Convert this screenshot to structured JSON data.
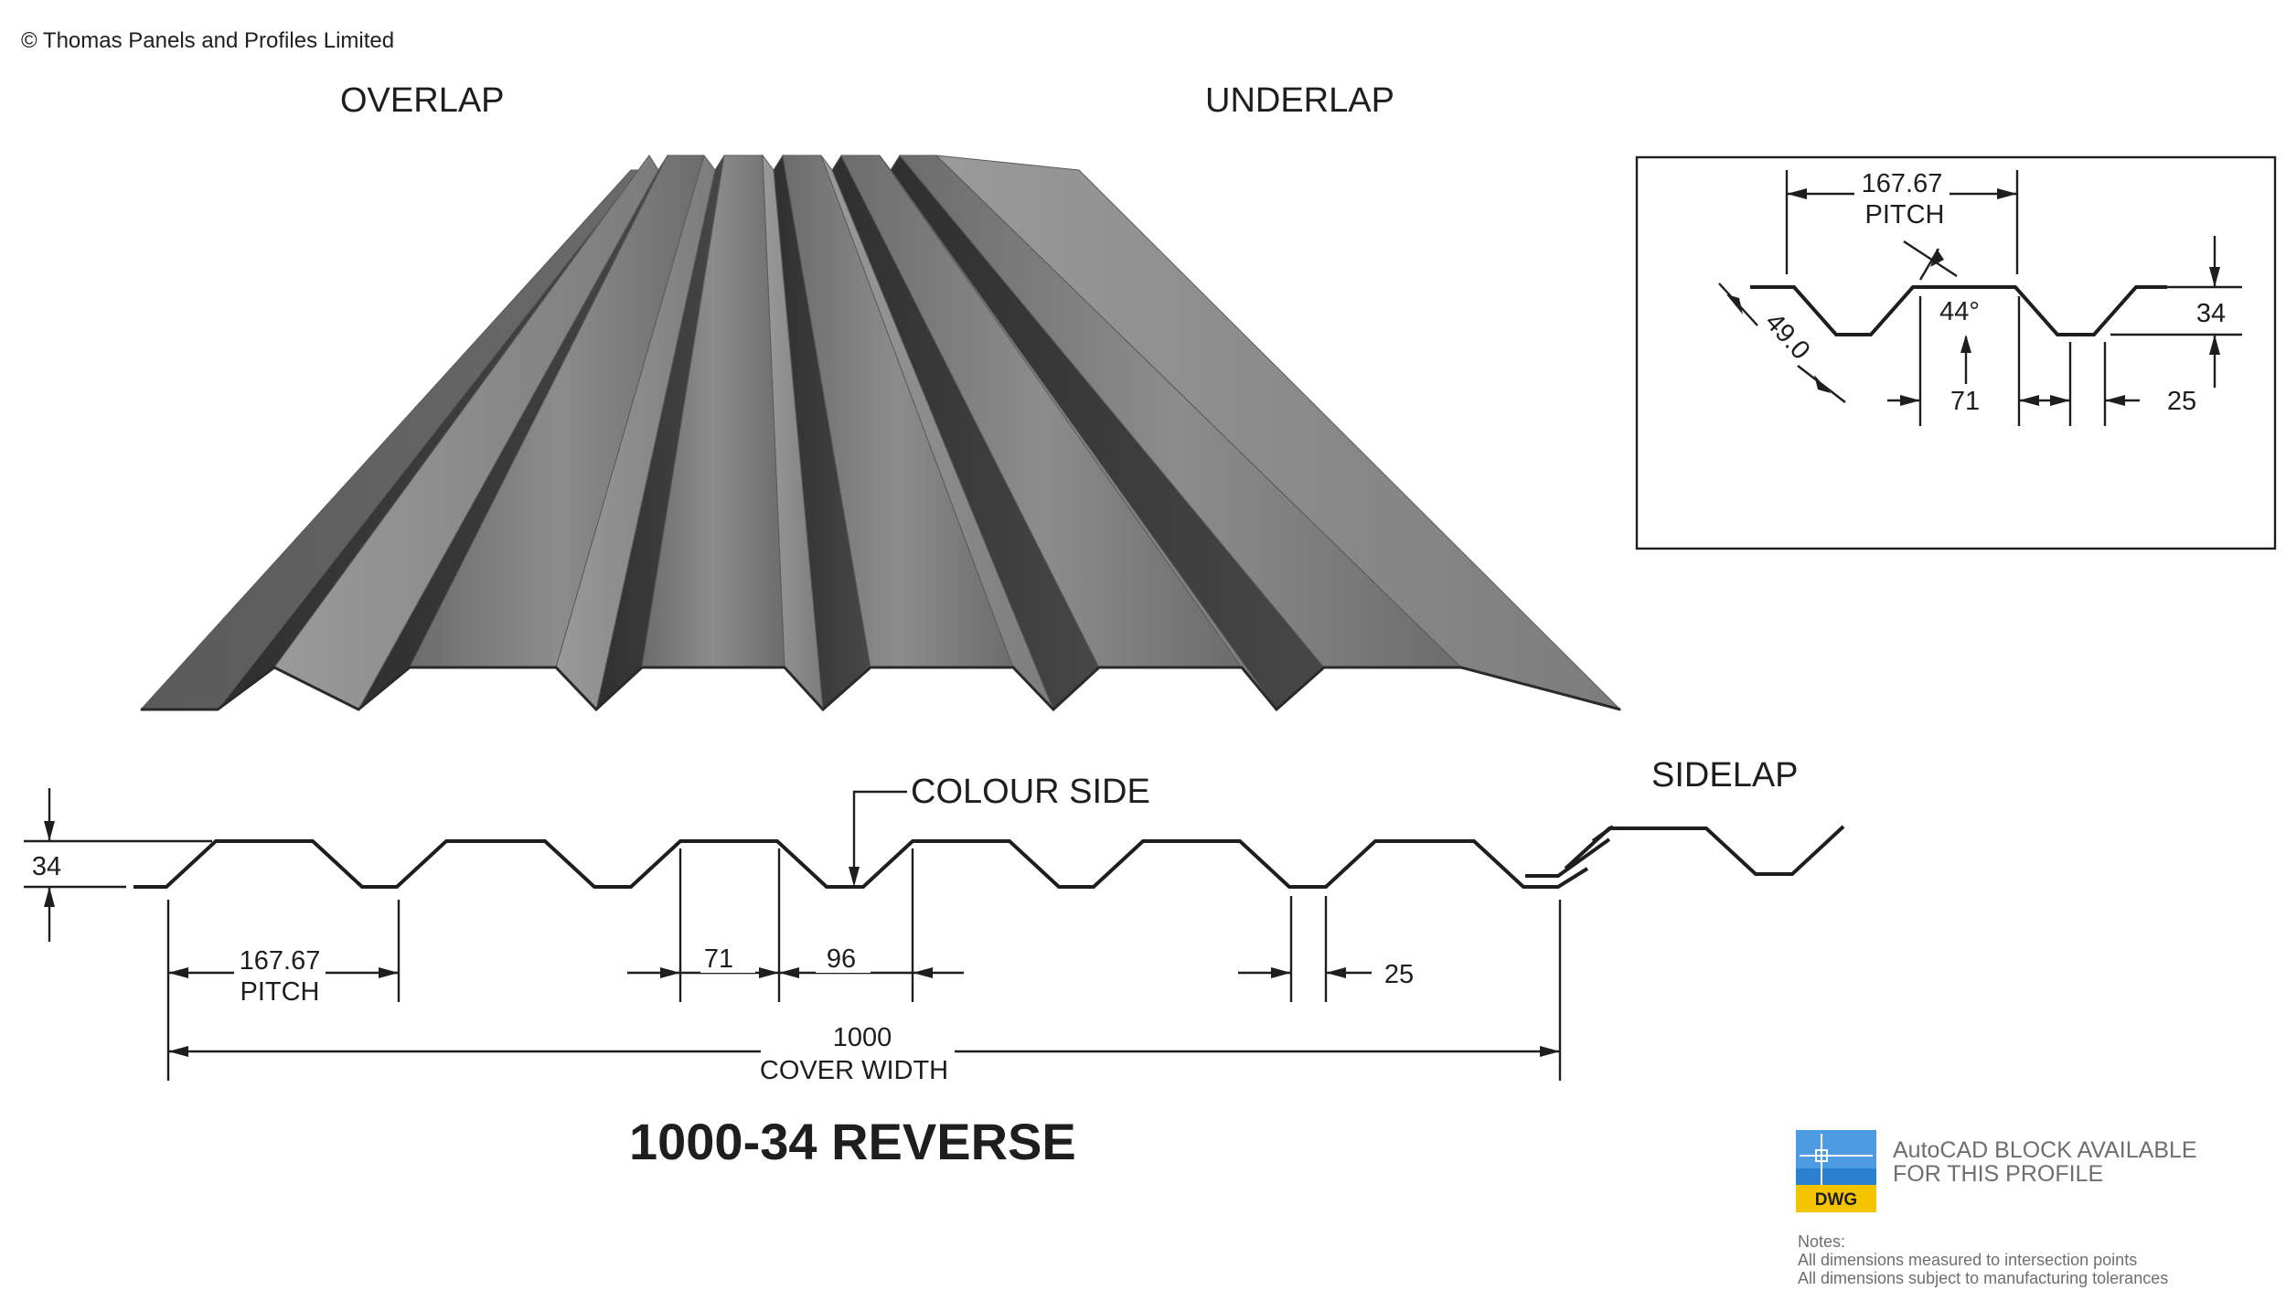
{
  "copyright": "© Thomas Panels and Profiles Limited",
  "labels": {
    "overlap": "OVERLAP",
    "underlap": "UNDERLAP",
    "sidelap": "SIDELAP",
    "colour_side": "COLOUR SIDE"
  },
  "profile": {
    "height": "34",
    "pitch_value": "167.67",
    "pitch_label": "PITCH",
    "crown_width": "71",
    "trough_span": "96",
    "valley_width": "25",
    "cover_value": "1000",
    "cover_label": "COVER WIDTH"
  },
  "detail": {
    "pitch_value": "167.67",
    "pitch_label": "PITCH",
    "angle": "44°",
    "web_length": "49.0",
    "height": "34",
    "crown_width": "71",
    "valley_width": "25"
  },
  "title": "1000-34 REVERSE",
  "dwg": {
    "badge": "DWG",
    "line1": "AutoCAD BLOCK AVAILABLE",
    "line2": "FOR THIS PROFILE"
  },
  "notes": {
    "heading": "Notes:",
    "line1": "All dimensions measured to intersection points",
    "line2": "All dimensions subject to manufacturing tolerances"
  },
  "colors": {
    "line": "#1e1e1e",
    "sheet_light": "#8a8a8a",
    "sheet_dark": "#3c3c3c",
    "dwg_blue": "#2a7fd0",
    "dwg_yellow": "#f5c400",
    "muted_text": "#6e6e6e"
  }
}
